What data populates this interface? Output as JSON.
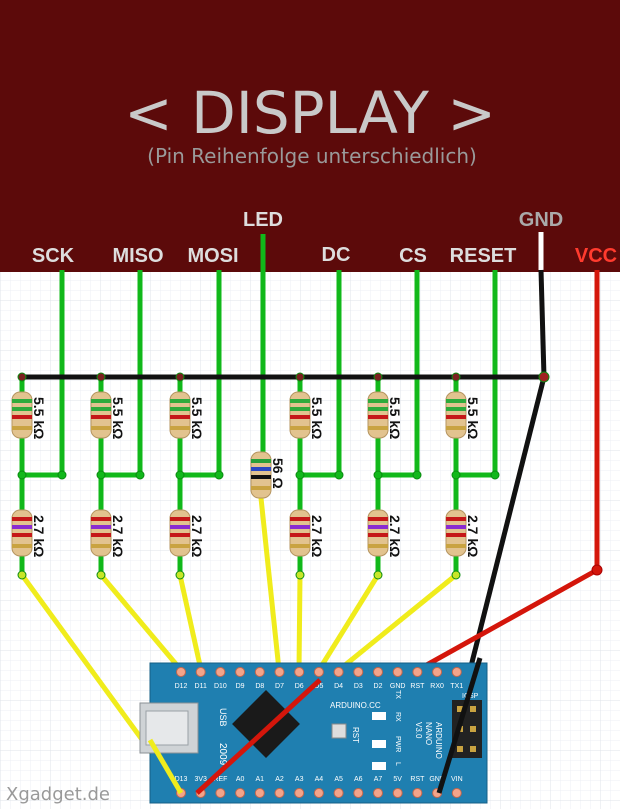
{
  "display": {
    "title": "< DISPLAY >",
    "subtitle": "(Pin Reihenfolge unterschiedlich)",
    "bg_color": "#5c0a0a"
  },
  "pins": {
    "sck": "SCK",
    "miso": "MISO",
    "mosi": "MOSI",
    "led": "LED",
    "dc": "DC",
    "cs": "CS",
    "reset": "RESET",
    "gnd": "GND",
    "vcc": "VCC"
  },
  "resistors": {
    "top_value": "5.5 kΩ",
    "bottom_value": "2.7 kΩ",
    "led_value": "56 Ω"
  },
  "arduino": {
    "top_pins": [
      "D12",
      "D11",
      "D10",
      "D9",
      "D8",
      "D7",
      "D6",
      "D5",
      "D4",
      "D3",
      "D2",
      "GND",
      "RST",
      "RX0",
      "TX1"
    ],
    "bottom_pins": [
      "D13",
      "3V3",
      "REF",
      "A0",
      "A1",
      "A2",
      "A3",
      "A4",
      "A5",
      "A6",
      "A7",
      "5V",
      "RST",
      "GND",
      "VIN"
    ],
    "usb_label": "USB",
    "year": "2009",
    "brand": "ARDUINO.CC",
    "model_lines": [
      "ARDUINO",
      "NANO",
      "V3.0"
    ],
    "rst_label": "RST",
    "led_labels": [
      "TX",
      "RX",
      "PWR",
      "L"
    ],
    "icsp": "ICSP",
    "board_color": "#1f7fb0"
  },
  "colors": {
    "wire_green": "#11b81a",
    "wire_yellow": "#f0ec1c",
    "wire_black": "#111111",
    "wire_red": "#d4160b",
    "vcc_label": "#ff3b2e"
  },
  "watermark": "Xgadget.de"
}
